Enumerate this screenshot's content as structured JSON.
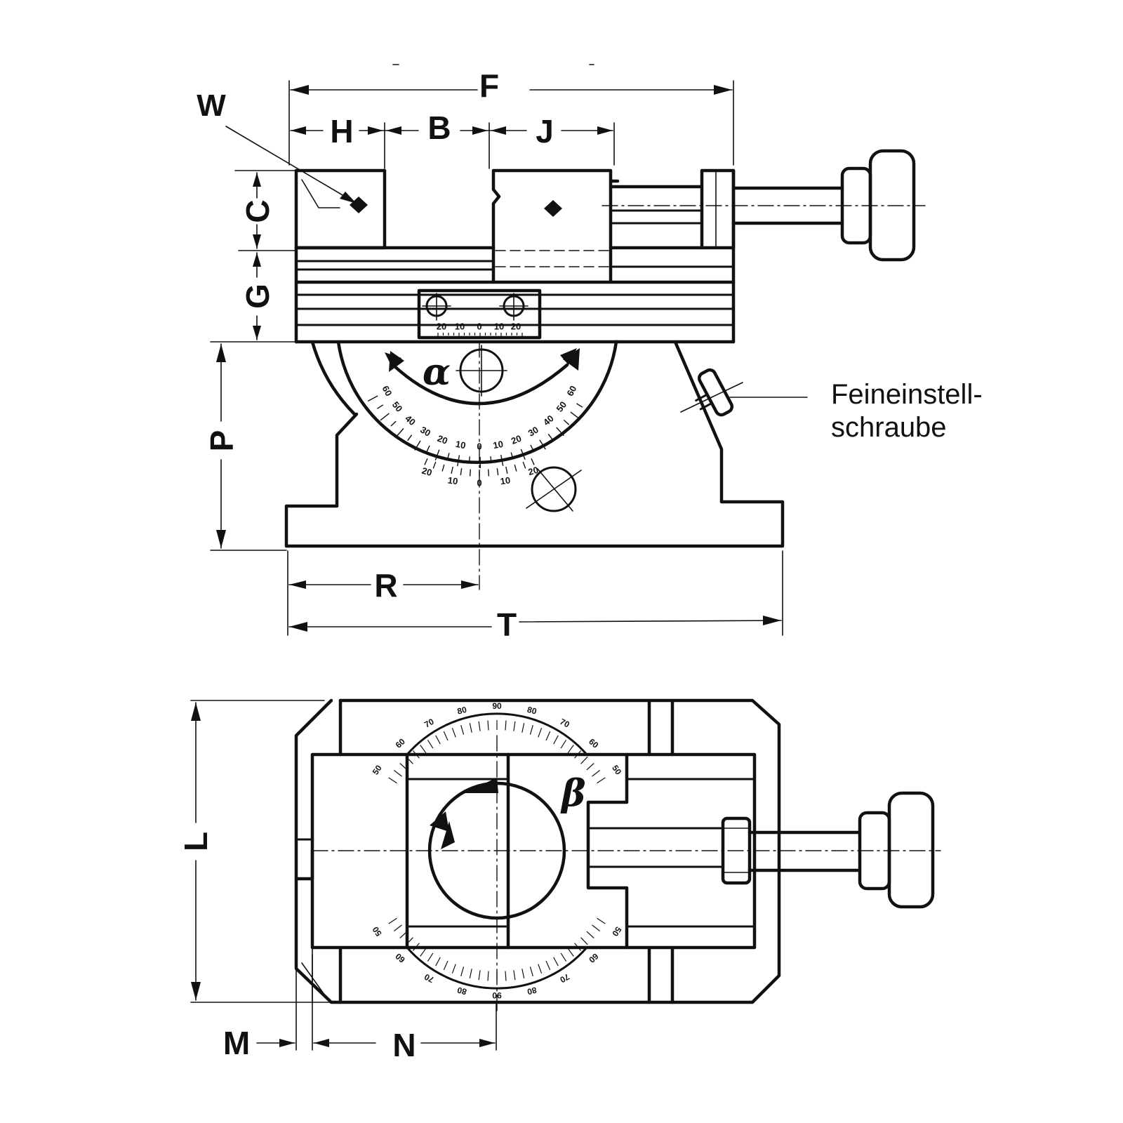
{
  "labels": {
    "F": "F",
    "H": "H",
    "B": "B",
    "J": "J",
    "W": "W",
    "C": "C",
    "G": "G",
    "P": "P",
    "R": "R",
    "T": "T",
    "L": "L",
    "M": "M",
    "N": "N",
    "alpha": "α",
    "beta": "β"
  },
  "callout": {
    "line1": "Feineinstell-",
    "line2": "schraube"
  },
  "jaw_scale": [
    "20",
    "10",
    "0",
    "10",
    "20"
  ],
  "alpha_scale": [
    "60",
    "50",
    "40",
    "30",
    "20",
    "10",
    "0",
    "10",
    "20",
    "30",
    "40",
    "50",
    "60"
  ],
  "alpha_vernier": [
    "20",
    "10",
    "0",
    "10",
    "20"
  ],
  "beta_scale_top": [
    "50",
    "60",
    "70",
    "80",
    "90",
    "80",
    "70",
    "60",
    "50"
  ],
  "beta_scale_bottom": [
    "50",
    "60",
    "70",
    "80",
    "90",
    "80",
    "70",
    "60",
    "50"
  ]
}
